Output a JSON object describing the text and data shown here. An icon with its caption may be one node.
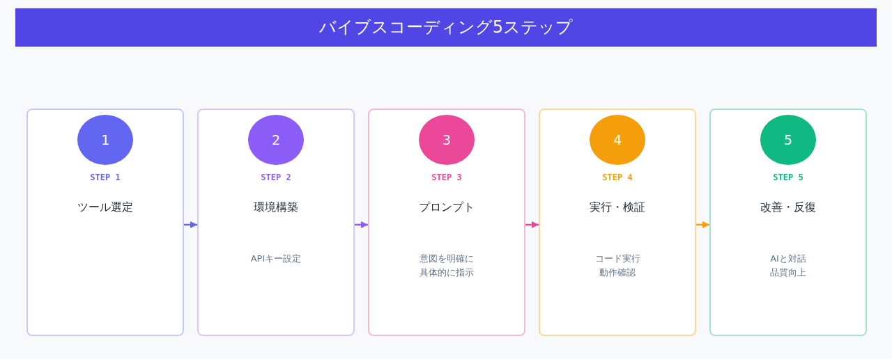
{
  "diagram": {
    "title": "バイブスコーディング5ステップ",
    "nodes": [
      {
        "text": [
          "STEP 1",
          "ツール選定"
        ]
      },
      {
        "text": [
          "1"
        ],
        "in": 0
      },
      {
        "text": [
          "STEP 2",
          "環境構築",
          "APIキー設定"
        ]
      },
      {
        "text": [
          "2"
        ],
        "in": 2
      },
      {
        "text": [
          "STEP 3",
          "プロンプト",
          "意図を明確に",
          "具体的に指示"
        ]
      },
      {
        "text": [
          "3"
        ],
        "in": 4
      },
      {
        "text": [
          "STEP 4",
          "実行・検証",
          "コード実行",
          "動作確認"
        ]
      },
      {
        "text": [
          "4"
        ],
        "in": 6
      },
      {
        "text": [
          "STEP 5",
          "改善・反復",
          "AIと対話",
          "品質向上"
        ]
      },
      {
        "text": [
          "5"
        ],
        "in": 8
      }
    ],
    "edges": [
      {
        "from": 0,
        "to": 2,
        "arrow": "to",
        "color": "#6366f1"
      },
      {
        "from": 2,
        "to": 4,
        "arrow": "to",
        "color": "#8b5cf6"
      },
      {
        "from": 4,
        "to": 6,
        "arrow": "to",
        "color": "#ec4899"
      },
      {
        "from": 6,
        "to": 8,
        "arrow": "to",
        "color": "#f59e0b"
      }
    ]
  }
}
